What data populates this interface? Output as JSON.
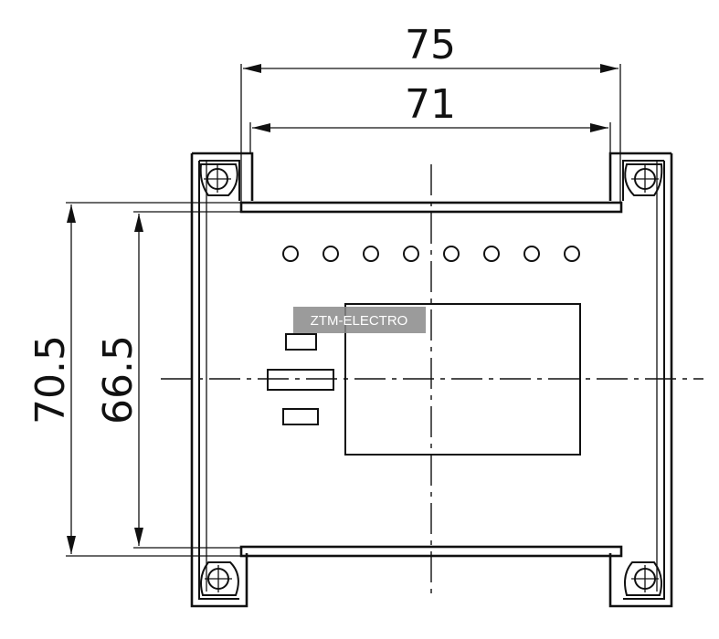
{
  "dimensions": {
    "outer_width": "75",
    "inner_width": "71",
    "outer_height": "70.5",
    "inner_height": "66.5"
  },
  "watermark": {
    "text": "ZTM-ELECTRO"
  },
  "indicator_led_count": 8
}
